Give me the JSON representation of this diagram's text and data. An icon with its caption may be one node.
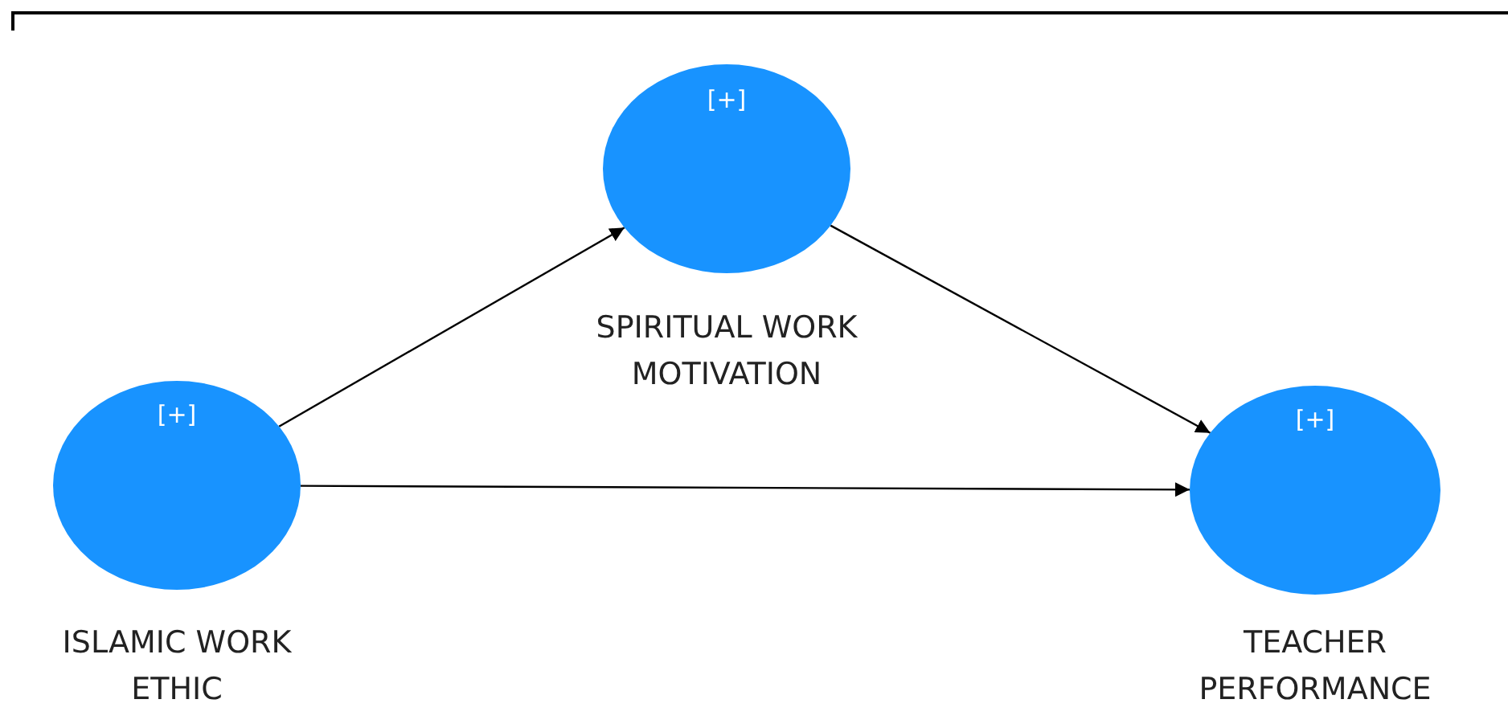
{
  "diagram": {
    "nodes": [
      {
        "text": [
          "[+]",
          "ISLAMIC WORK ETHIC"
        ]
      },
      {
        "text": [
          "[+]",
          "SPIRITUAL WORK MOTIVATION"
        ]
      },
      {
        "text": [
          "[+]",
          "TEACHER PERFORMANCE"
        ]
      }
    ],
    "edges": [
      {
        "from": 0,
        "to": 1,
        "arrow": "to"
      },
      {
        "from": 1,
        "to": 2,
        "arrow": "to"
      },
      {
        "from": 0,
        "to": 2,
        "arrow": "to"
      }
    ]
  }
}
